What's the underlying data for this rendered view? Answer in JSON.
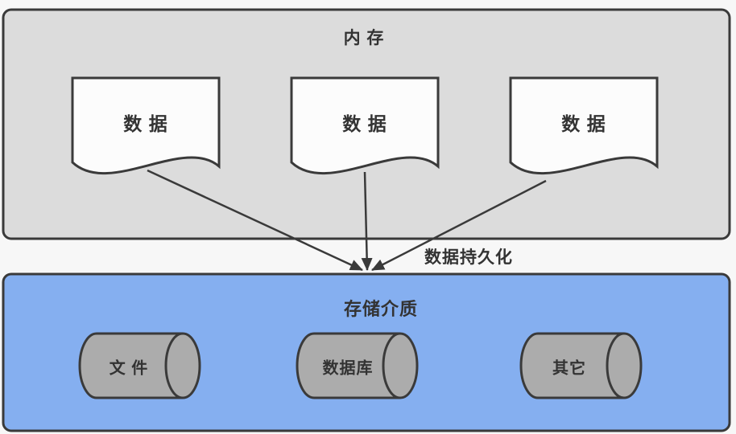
{
  "colors": {
    "background": "#f7f7f7",
    "memory_box_fill": "#dcdcdc",
    "storage_box_fill": "#85aff0",
    "document_fill": "#fcfcfc",
    "cylinder_fill": "#acacac",
    "stroke": "#3a3a3a",
    "text": "#333333"
  },
  "memory_section": {
    "title": "内 存",
    "documents": [
      {
        "label": "数 据"
      },
      {
        "label": "数 据"
      },
      {
        "label": "数 据"
      }
    ]
  },
  "flow": {
    "arrow_label": "数据持久化"
  },
  "storage_section": {
    "title": "存储介质",
    "cylinders": [
      {
        "label": "文 件"
      },
      {
        "label": "数据库"
      },
      {
        "label": "其它"
      }
    ]
  }
}
